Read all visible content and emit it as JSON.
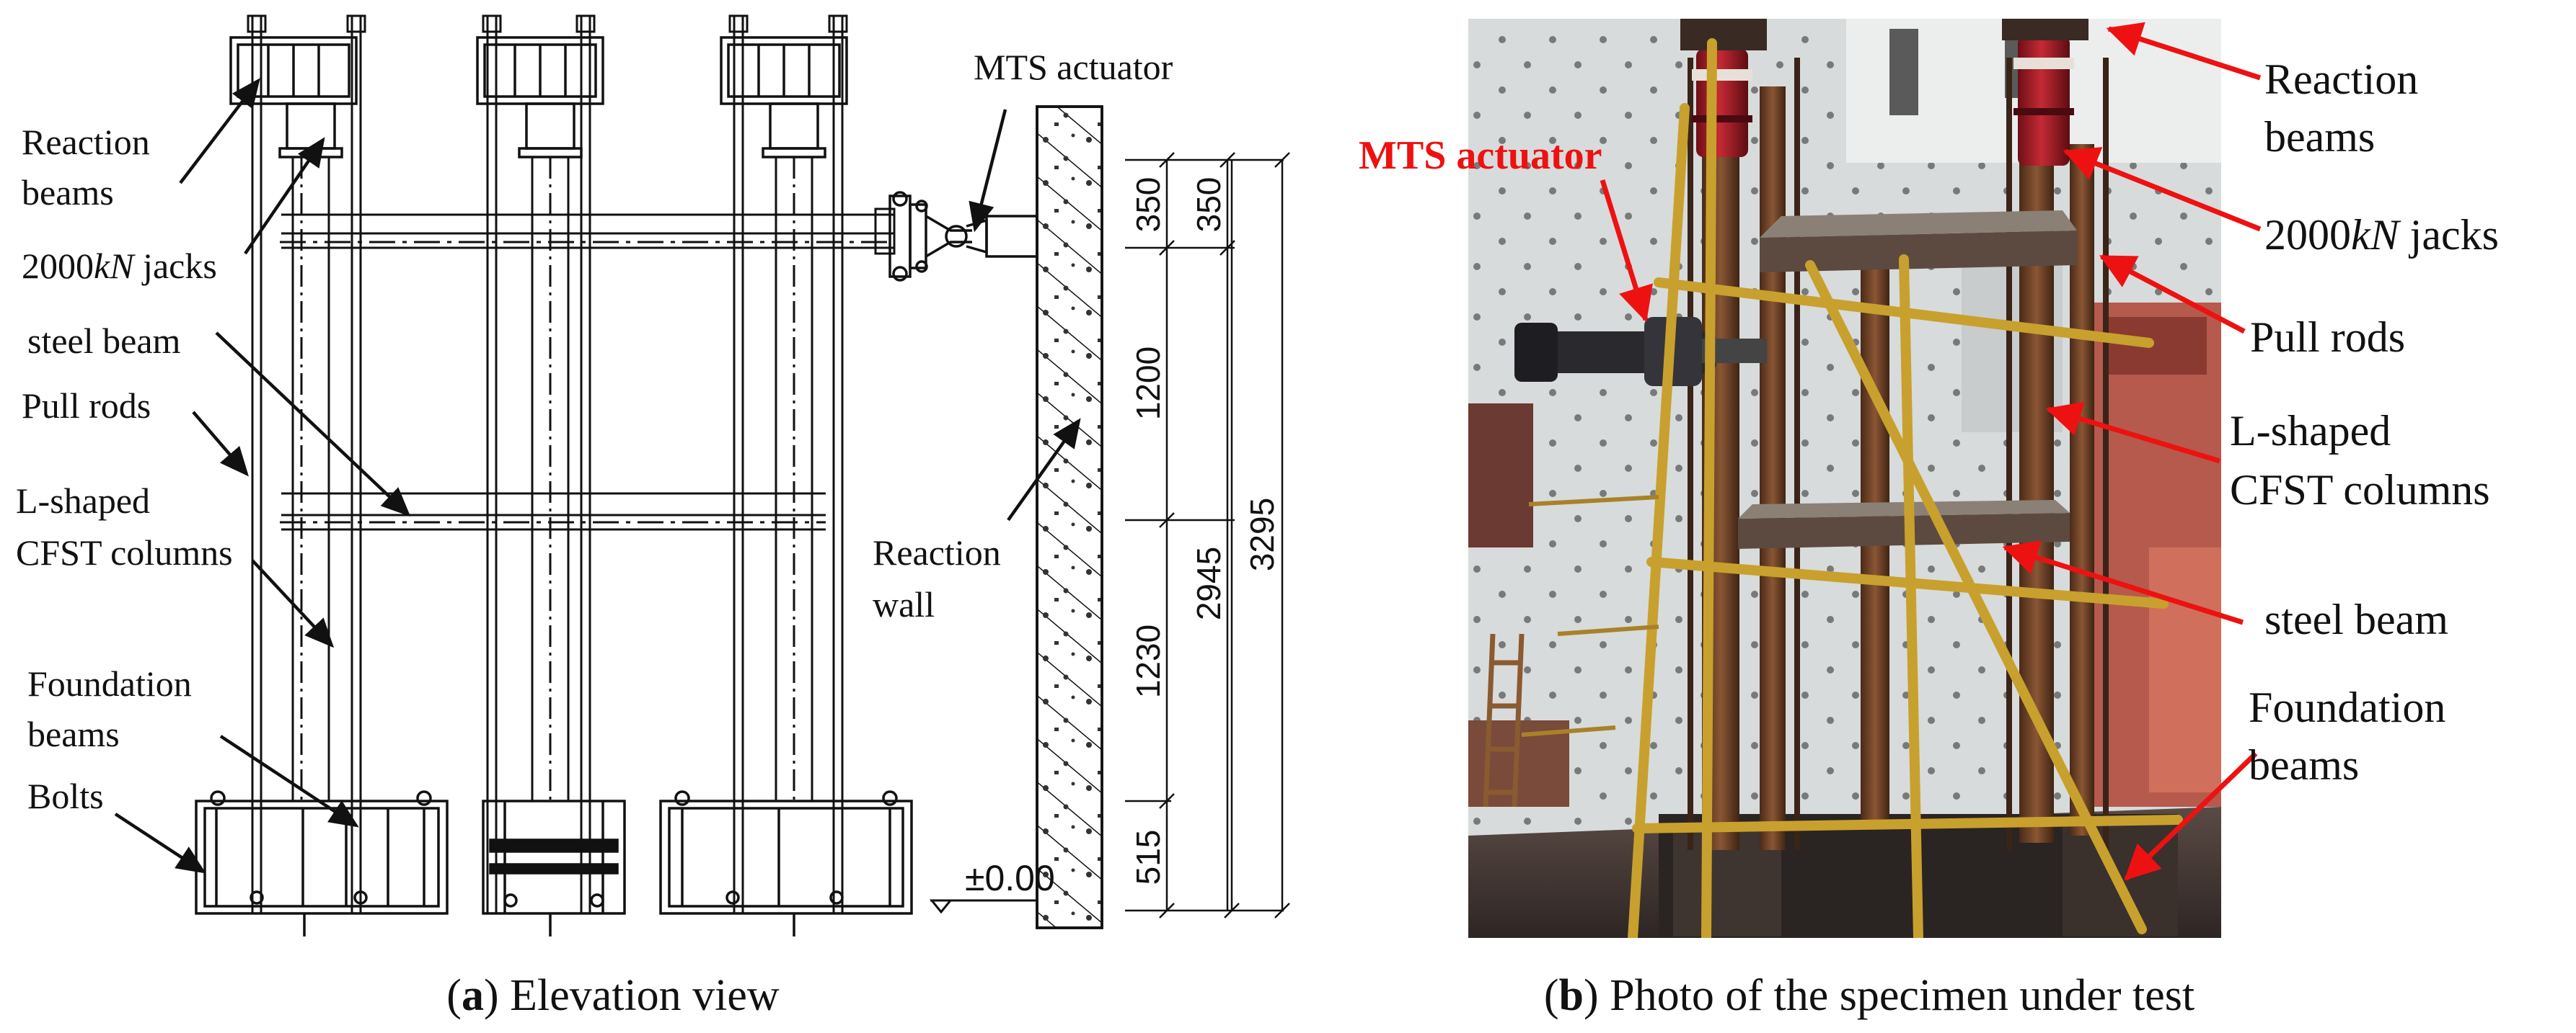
{
  "panel_a": {
    "labels": {
      "reaction_beams": [
        "Reaction",
        "beams"
      ],
      "jacks_prefix": "2000",
      "jacks_unit": "kN",
      "jacks_suffix": " jacks",
      "steel_beam": "steel beam",
      "pull_rods": "Pull rods",
      "lcfst_columns": [
        "L-shaped",
        "CFST columns"
      ],
      "foundation_beams": [
        "Foundation",
        "beams"
      ],
      "bolts": "Bolts",
      "mts_actuator": "MTS actuator",
      "reaction_wall": [
        "Reaction",
        "wall"
      ],
      "elevation_mark": "±0.00"
    },
    "dimensions": {
      "d1": "350",
      "d2": "350",
      "d3": "1200",
      "d4": "1230",
      "d5": "515",
      "d6": "2945",
      "d7": "3295"
    },
    "caption": {
      "letter": "a",
      "text": " Elevation view"
    }
  },
  "panel_b": {
    "labels": {
      "mts_actuator": "MTS actuator",
      "reaction_beams": [
        "Reaction",
        "beams"
      ],
      "jacks_prefix": "2000",
      "jacks_unit": "kN",
      "jacks_suffix": " jacks",
      "pull_rods": "Pull rods",
      "lcfst_columns": [
        "L-shaped",
        "CFST columns"
      ],
      "steel_beam": "steel beam",
      "foundation_beams": [
        "Foundation",
        "beams"
      ]
    },
    "caption": {
      "letter": "b",
      "text": " Photo of the specimen under test"
    }
  },
  "colors": {
    "ink": "#111111",
    "arrow_red": "#ee1111",
    "photo_wall": "#d9dcdc",
    "column_rust": "#7a4a2e",
    "scaffold_yellow": "#c8a02e",
    "jack_red": "#b01e28"
  }
}
